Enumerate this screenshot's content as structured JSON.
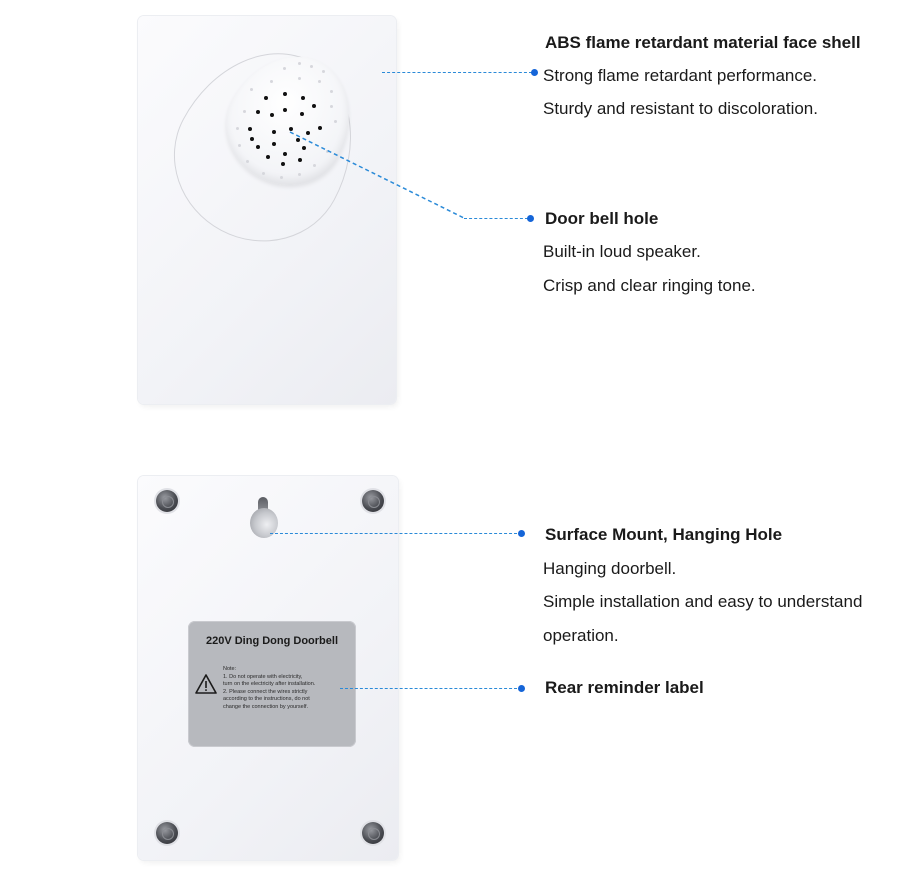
{
  "front_view": {
    "callouts": [
      {
        "title": "ABS flame retardant material face shell",
        "lines": [
          "Strong flame retardant performance.",
          "Sturdy and resistant to discoloration."
        ]
      },
      {
        "title": "Door bell hole",
        "lines": [
          "Built-in loud speaker.",
          "Crisp and clear ringing tone."
        ]
      }
    ]
  },
  "back_view": {
    "label": {
      "title": "220V Ding Dong Doorbell",
      "note_heading": "Note:",
      "note_lines": [
        "1. Do not operate with electricity,",
        "turn on the electricity after installation.",
        "2. Please connect the wires strictly",
        "according to the instructions, do not",
        "change the connection by yourself."
      ]
    },
    "callouts": [
      {
        "title": "Surface Mount, Hanging Hole",
        "lines": [
          "Hanging doorbell.",
          "Simple installation and easy to understand",
          "operation."
        ]
      },
      {
        "title": "Rear reminder label",
        "lines": []
      }
    ]
  },
  "colors": {
    "leader_line": "#2a8ad8",
    "bullet": "#1565d8",
    "label_bg": "#b7b9be"
  }
}
